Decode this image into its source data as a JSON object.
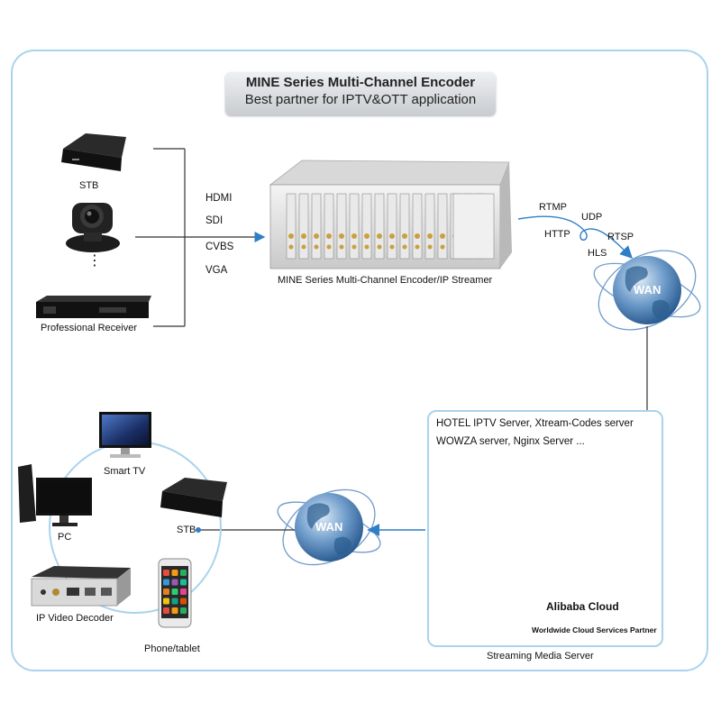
{
  "title": {
    "line1": "MINE Series Multi-Channel Encoder",
    "line2": "Best partner for IPTV&OTT application"
  },
  "sources": {
    "stb": "STB",
    "dots": "⋮",
    "receiver": "Professional Receiver"
  },
  "inputs": [
    "HDMI",
    "SDI",
    "CVBS",
    "VGA"
  ],
  "encoder": {
    "label": "MINE Series Multi-Channel Encoder/IP Streamer"
  },
  "protocols": [
    "RTMP",
    "UDP",
    "HTTP",
    "RTSP",
    "HLS"
  ],
  "wan_top": "WAN",
  "wan_bottom": "WAN",
  "server": {
    "line1": "HOTEL IPTV Server, Xtream-Codes server",
    "line2": "WOWZA server, Nginx Server ...",
    "caption": "Streaming Media Server",
    "brand": "Alibaba Cloud",
    "partner": "Worldwide Cloud Services Partner"
  },
  "clients": {
    "smart_tv": "Smart TV",
    "pc": "PC",
    "stb": "STB",
    "decoder": "IP Video Decoder",
    "phone": "Phone/tablet"
  },
  "colors": {
    "frame": "#a9d3ec",
    "arrow": "#2f7fc7",
    "globe": "#4a86c1"
  }
}
